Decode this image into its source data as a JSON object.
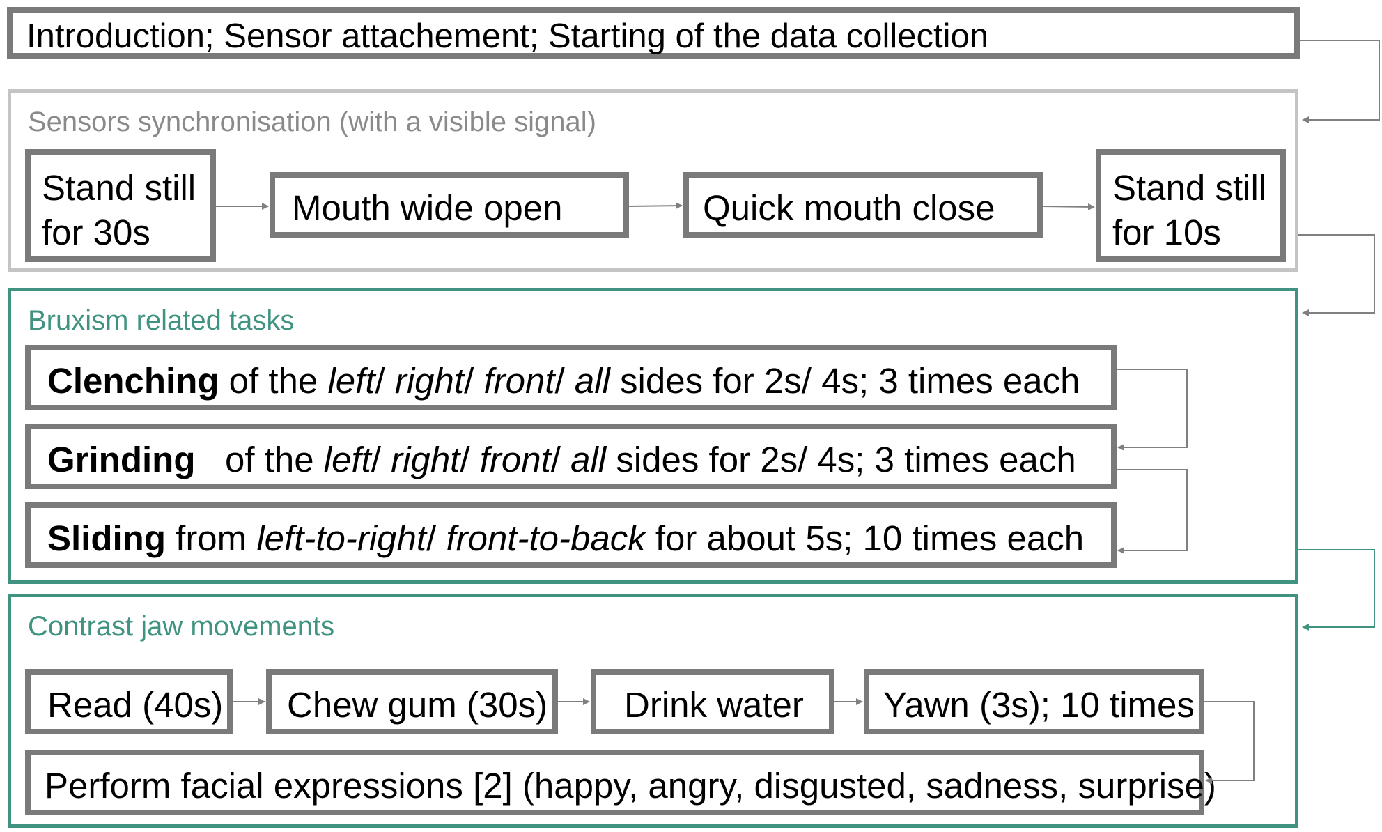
{
  "intro": {
    "text": "Introduction; Sensor attachement; Starting of the data collection"
  },
  "sync": {
    "title": "Sensors synchronisation (with a visible signal)",
    "steps": [
      {
        "line1": "Stand still",
        "line2": "for 30s"
      },
      {
        "text": "Mouth wide open"
      },
      {
        "text": "Quick mouth close"
      },
      {
        "line1": "Stand still",
        "line2": "for 10s"
      }
    ]
  },
  "bruxism": {
    "title": "Bruxism related tasks",
    "clenching": {
      "bold": "Clenching",
      "pre": " of the ",
      "sides": [
        "left",
        "right",
        "front",
        "all"
      ],
      "sep": "/ ",
      "post": " sides for 2s/ 4s; 3 times each"
    },
    "grinding": {
      "bold": "Grinding",
      "pre": "   of the ",
      "sides": [
        "left",
        "right",
        "front",
        "all"
      ],
      "sep": "/ ",
      "post": " sides for 2s/ 4s; 3 times each"
    },
    "sliding": {
      "bold": "Sliding",
      "pre": " from ",
      "dir1": "left-to-right",
      "sep": "/ ",
      "dir2": "front-to-back",
      "post": " for about 5s; 10 times each"
    }
  },
  "contrast": {
    "title": "Contrast jaw movements",
    "steps": [
      "Read (40s)",
      "Chew gum (30s)",
      "Drink water",
      "Yawn (3s); 10 times"
    ],
    "expressions": "Perform facial expressions [2] (happy, angry, disgusted, sadness, surprise)"
  },
  "colors": {
    "box_border": "#7a7a7a",
    "sync_border": "#c4c4c4",
    "section_teal": "#3f9380",
    "arrow_gray": "#808080"
  }
}
